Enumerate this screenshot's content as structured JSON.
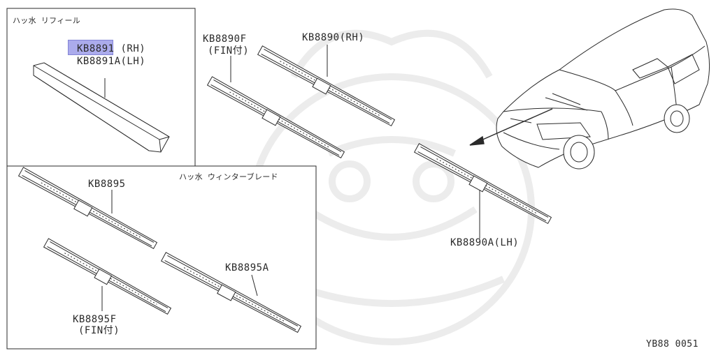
{
  "colors": {
    "line": "#2a2a2a",
    "highlight": "#8f90e6",
    "watermark": "#ececec"
  },
  "groups": {
    "refill_title": "ハッ水 リフィール",
    "winter_title": "ハッ水 ウィンターブレード"
  },
  "parts": {
    "kb8891_rh": "KB8891 (RH)",
    "kb8891a_lh": "KB8891A(LH)",
    "kb8890f": "KB8890F",
    "kb8890f_note": "(FIN付)",
    "kb8890_rh": "KB8890(RH)",
    "kb8890a_lh": "KB8890A(LH)",
    "kb8895": "KB8895",
    "kb8895a": "KB8895A",
    "kb8895f": "KB8895F",
    "kb8895f_note": "(FIN付)"
  },
  "diagram_code": "YB88 0051"
}
